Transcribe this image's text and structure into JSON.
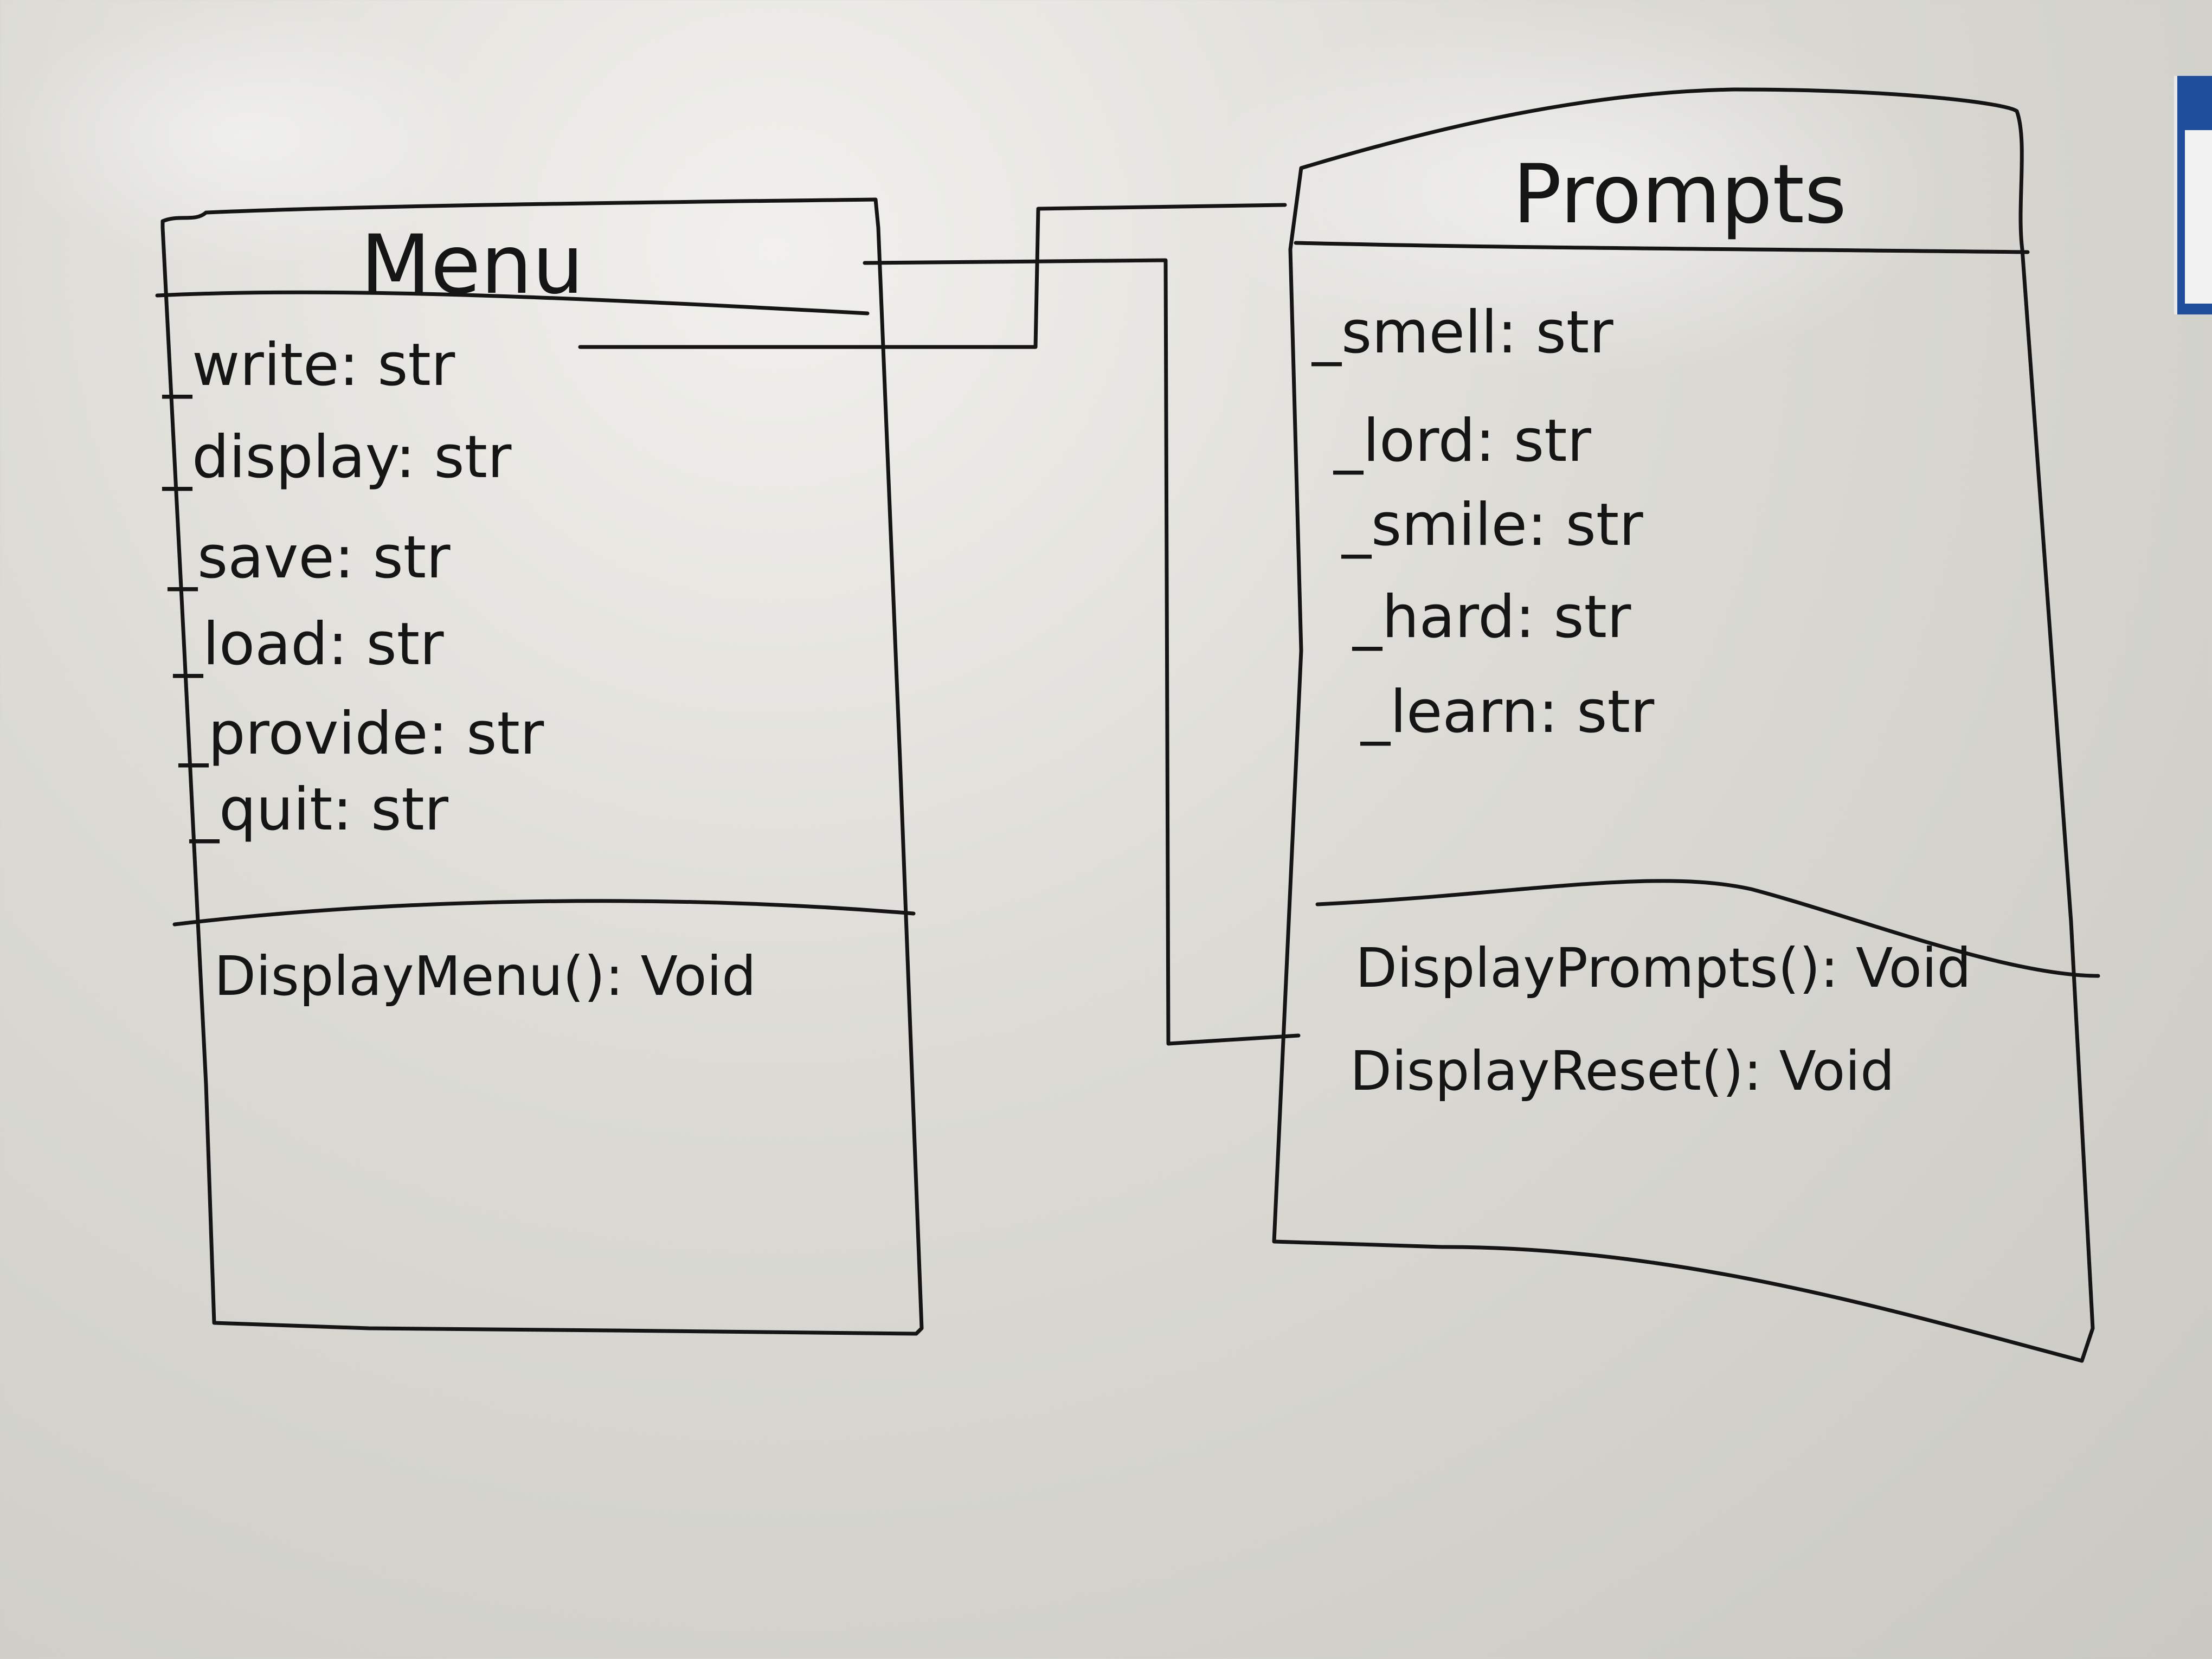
{
  "diagram": {
    "classes": [
      {
        "id": "menu",
        "name": "Menu",
        "attributes": [
          "_write: str",
          "_display: str",
          "_save: str",
          "_load: str",
          "_provide: str",
          "_quit: str"
        ],
        "methods": [
          "DisplayMenu(): Void"
        ]
      },
      {
        "id": "prompts",
        "name": "Prompts",
        "attributes": [
          "_smell: str",
          "_lord: str",
          "_smile: str",
          "_hard: str",
          "_learn: str"
        ],
        "methods": [
          "DisplayPrompts(): Void",
          "DisplayReset(): Void"
        ]
      }
    ],
    "connectors": [
      {
        "from": "menu",
        "to": "prompts",
        "label": ""
      },
      {
        "from": "menu",
        "to": "prompts",
        "label": ""
      }
    ]
  },
  "colors": {
    "ink": "#151515",
    "board": "#d8d7d2",
    "poster_blue": "#1f4f9a"
  }
}
